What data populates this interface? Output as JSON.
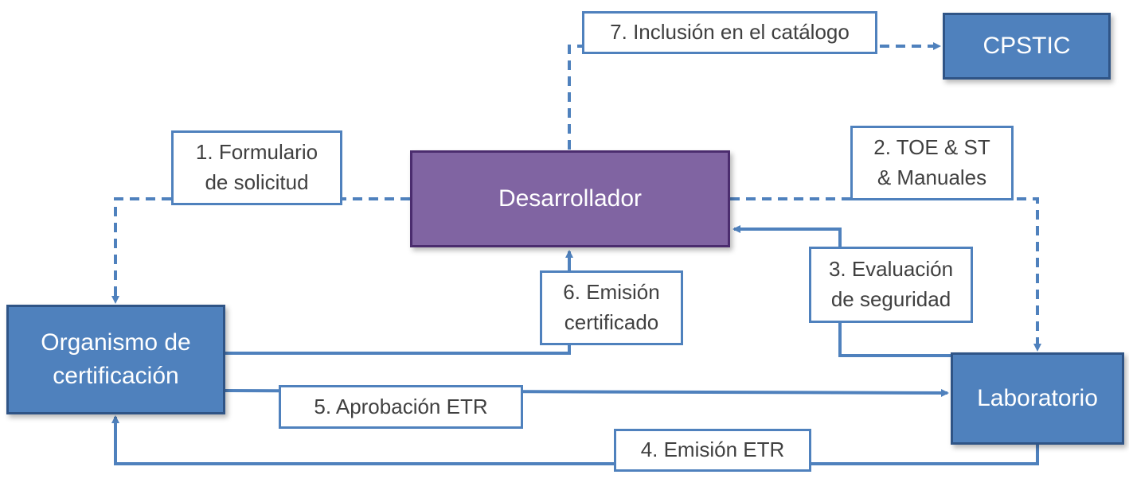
{
  "nodes": {
    "cpstic": "CPSTIC",
    "desarrollador": "Desarrollador",
    "organismo": "Organismo de certificación",
    "laboratorio": "Laboratorio"
  },
  "labels": {
    "l1": "1. Formulario\nde solicitud",
    "l2": "2. TOE & ST\n& Manuales",
    "l3": "3. Evaluación\nde seguridad",
    "l4": "4. Emisión ETR",
    "l5": "5. Aprobación ETR",
    "l6": "6. Emisión\ncertificado",
    "l7": "7. Inclusión en el catálogo"
  },
  "colors": {
    "blue": "#4f81bd",
    "purple": "#8064a2",
    "border_blue": "#2f5486",
    "label_text": "#404040"
  }
}
